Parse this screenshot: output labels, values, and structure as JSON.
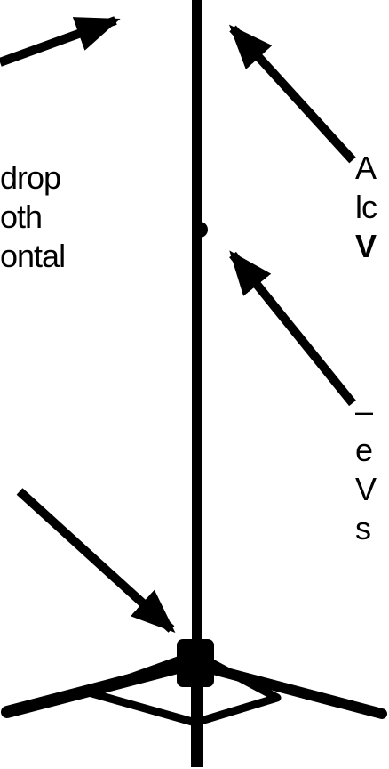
{
  "colors": {
    "background": "#ffffff",
    "ink": "#000000"
  },
  "labels": {
    "left_line_1": "drop",
    "left_line_2": "oth",
    "left_line_3": "ontal",
    "right_top_line_1": "A",
    "right_top_line_2": "lc",
    "right_top_line_3": "V",
    "right_bottom_line_1": "–",
    "right_bottom_line_2": "e",
    "right_bottom_line_3": "V",
    "right_bottom_line_4": "s"
  }
}
